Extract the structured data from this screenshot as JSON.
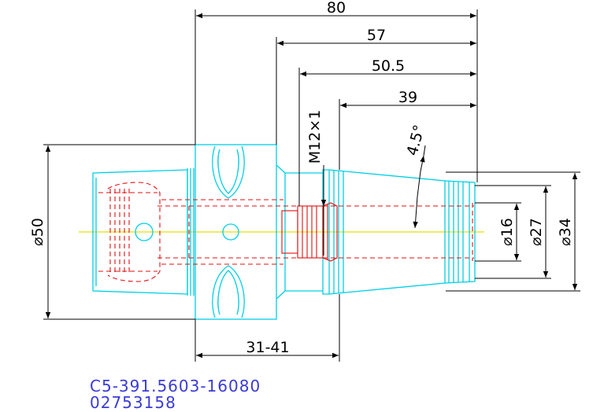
{
  "colors": {
    "dimension": "#000000",
    "outline": "#00d0e6",
    "hidden": "#e01010",
    "centerline": "#e8e000",
    "label": "#3a3ad8"
  },
  "dimensions": {
    "overall_length": "80",
    "length_57": "57",
    "length_50_5": "50.5",
    "length_39": "39",
    "thread": "M12×1",
    "taper_angle": "4.5°",
    "dia_50": "⌀50",
    "dia_16": "⌀16",
    "dia_27": "⌀27",
    "dia_34": "⌀34",
    "clamp_range": "31-41"
  },
  "label": {
    "part_number": "C5-391.5603-16080",
    "code": "02753158"
  }
}
